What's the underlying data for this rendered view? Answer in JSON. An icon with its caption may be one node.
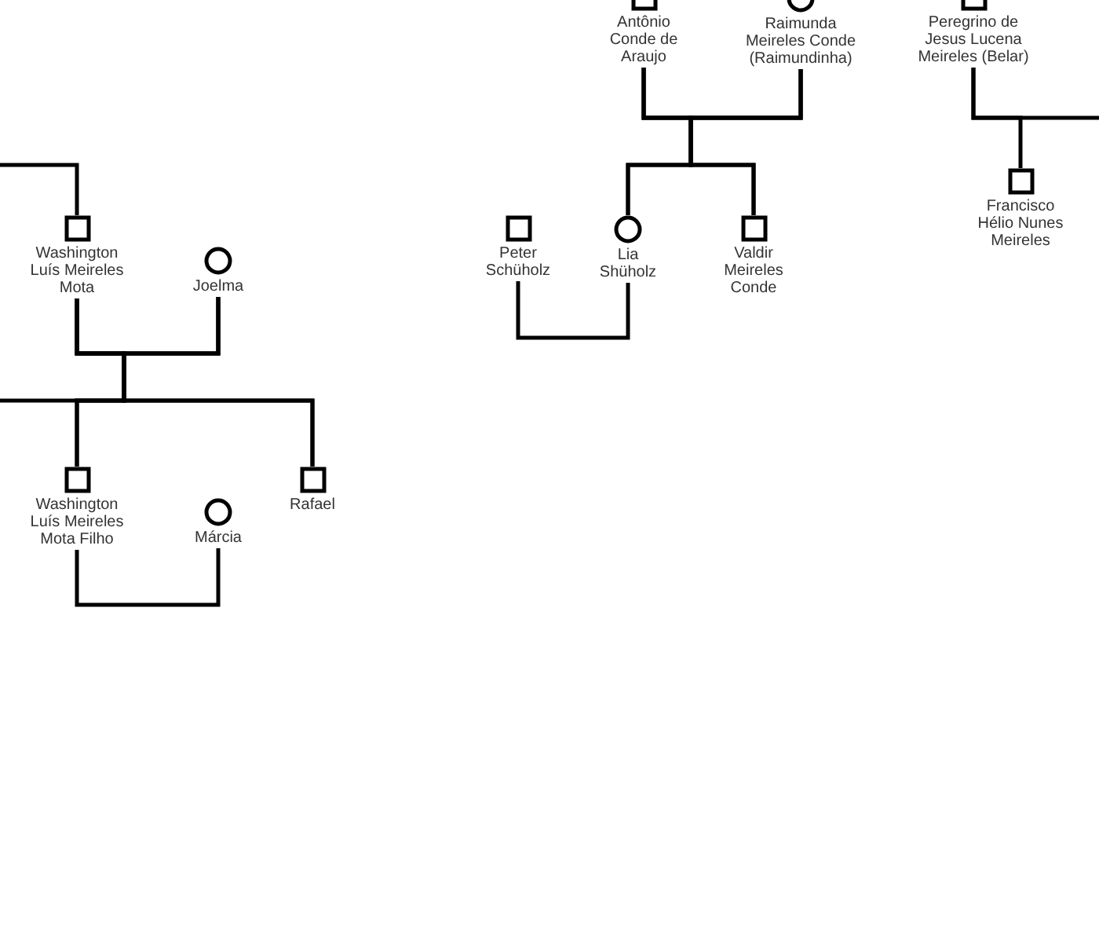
{
  "diagram": {
    "nodes": [
      {
        "text": [],
        "shape": "box",
        "beside": [
          "Antônio Conde de Araujo"
        ]
      },
      {
        "text": [],
        "shape": "circle",
        "beside": [
          "Raimunda Meireles Conde (Raimundinha)"
        ]
      },
      {
        "text": [],
        "shape": "box",
        "beside": [
          "Peregrino de Jesus Lucena Meireles (Belar)"
        ]
      },
      {
        "text": [],
        "shape": "box",
        "beside": [
          "Washington Luís Meireles Mota"
        ]
      },
      {
        "text": [],
        "shape": "circle",
        "beside": [
          "Joelma"
        ]
      },
      {
        "text": [],
        "shape": "box",
        "beside": [
          "Peter Schüholz"
        ]
      },
      {
        "text": [],
        "shape": "circle",
        "beside": [
          "Lia Shüholz"
        ]
      },
      {
        "text": [],
        "shape": "box",
        "beside": [
          "Valdir Meireles Conde"
        ]
      },
      {
        "text": [],
        "shape": "box",
        "beside": [
          "Francisco Hélio Nunes Meireles"
        ]
      },
      {
        "text": [],
        "shape": "box",
        "beside": [
          "Washington Luís Meireles Mota Filho"
        ]
      },
      {
        "text": [],
        "shape": "circle",
        "beside": [
          "Márcia"
        ]
      },
      {
        "text": [],
        "shape": "box",
        "beside": [
          "Rafael"
        ]
      }
    ],
    "edges": [
      {
        "from": 0,
        "to": 1,
        "arrow": "none"
      },
      {
        "from": 0,
        "to": 6,
        "arrow": "none"
      },
      {
        "from": 0,
        "to": 7,
        "arrow": "none"
      },
      {
        "from": 1,
        "to": 6,
        "arrow": "none"
      },
      {
        "from": 1,
        "to": 7,
        "arrow": "none"
      },
      {
        "from": 5,
        "to": 6,
        "arrow": "none"
      },
      {
        "from": 2,
        "to": null,
        "arrow": "none"
      },
      {
        "from": 2,
        "to": 8,
        "arrow": "none"
      },
      {
        "from": null,
        "to": 3,
        "arrow": "none"
      },
      {
        "from": 3,
        "to": 4,
        "arrow": "none"
      },
      {
        "from": 3,
        "to": 9,
        "arrow": "none"
      },
      {
        "from": 3,
        "to": 11,
        "arrow": "none"
      },
      {
        "from": 4,
        "to": 9,
        "arrow": "none"
      },
      {
        "from": 4,
        "to": 11,
        "arrow": "none"
      },
      {
        "from": 3,
        "to": null,
        "arrow": "none"
      },
      {
        "from": 9,
        "to": 10,
        "arrow": "none"
      }
    ]
  }
}
